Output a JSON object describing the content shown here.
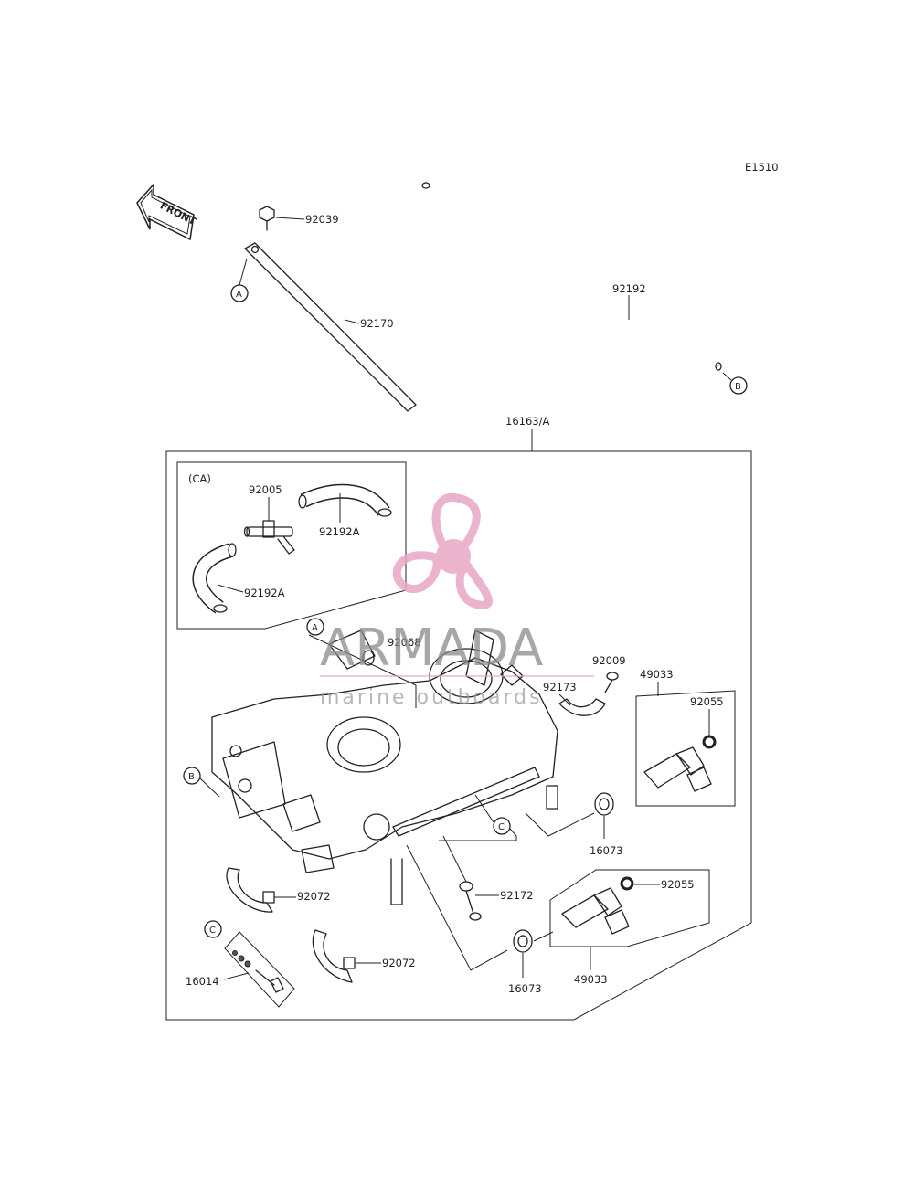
{
  "diagram_code": "E1510",
  "front_label": "FRONT",
  "callouts": {
    "A": "A",
    "B": "B",
    "C": "C"
  },
  "ca_label": "(CA)",
  "parts": {
    "p92039": "92039",
    "p92170": "92170",
    "p92192": "92192",
    "p16163A": "16163/A",
    "p92005": "92005",
    "p92192A_1": "92192A",
    "p92192A_2": "92192A",
    "p92068": "92068",
    "p92009": "92009",
    "p92173": "92173",
    "p49033_1": "49033",
    "p92055_1": "92055",
    "p16073_1": "16073",
    "p92072_1": "92072",
    "p92172": "92172",
    "p92055_2": "92055",
    "p16014": "16014",
    "p92072_2": "92072",
    "p16073_2": "16073",
    "p49033_2": "49033"
  },
  "watermark": {
    "brand": "ARMADA",
    "tagline": "marine outboards",
    "colors": {
      "propeller": "#e8a6c4",
      "text": "#8a8a8a"
    }
  }
}
